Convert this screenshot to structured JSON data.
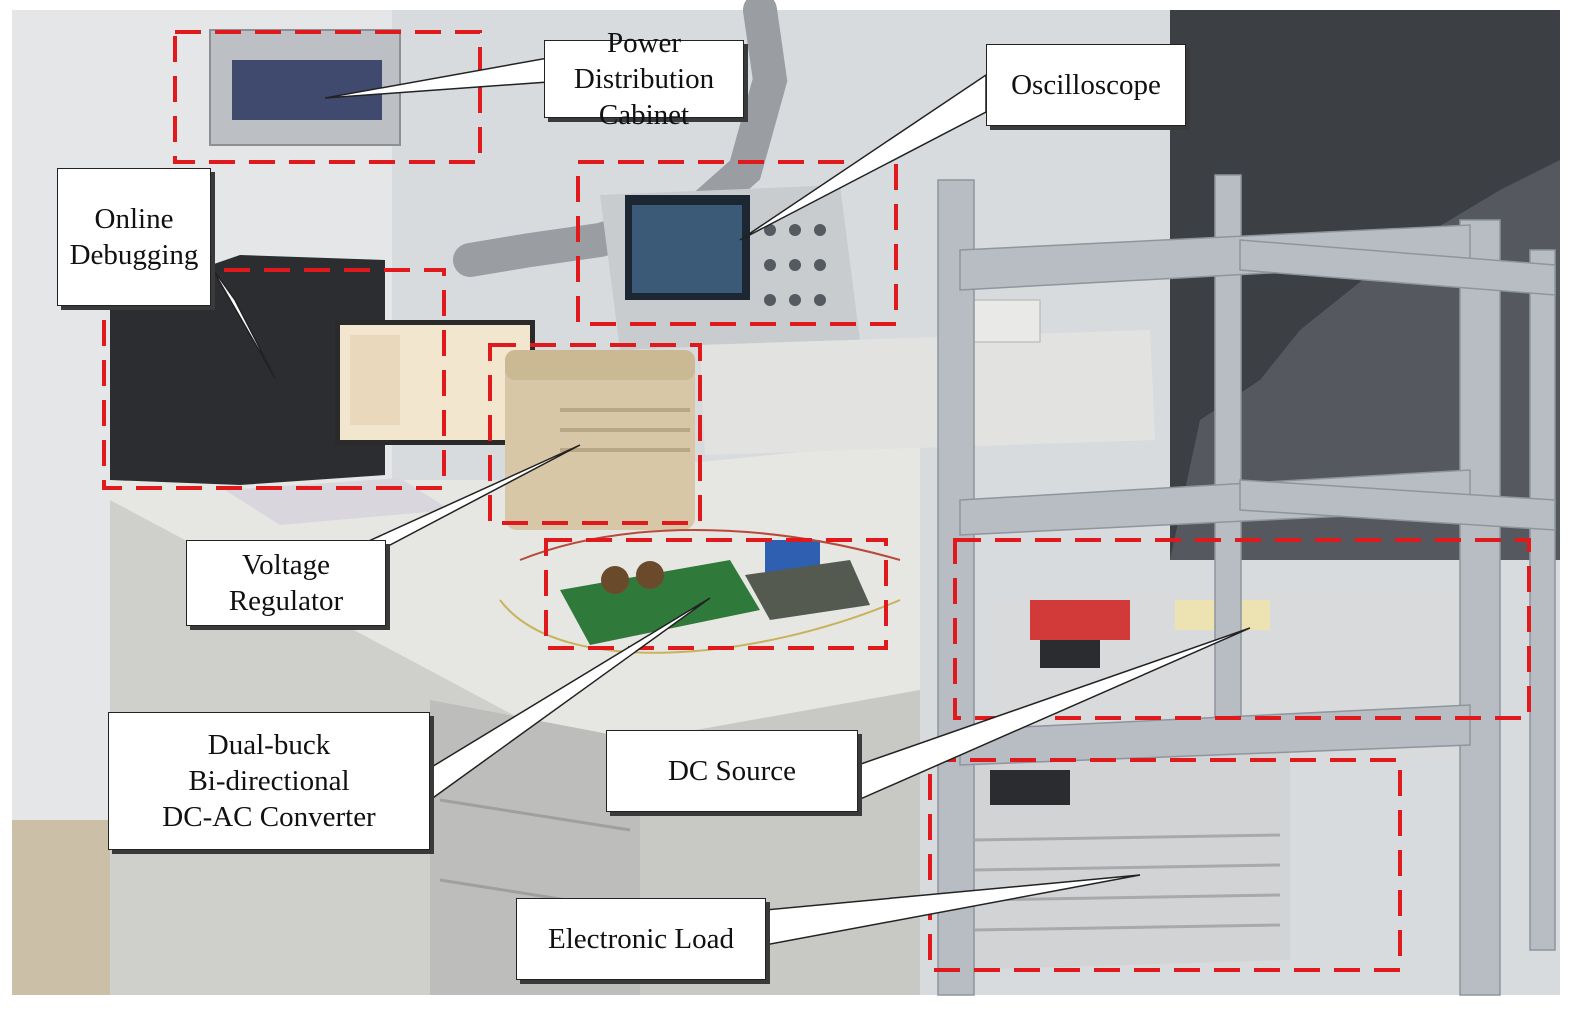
{
  "figure": {
    "description_free_labels": true,
    "callouts": [
      {
        "id": "power-distribution-cabinet",
        "text": "Power Distribution\nCabinet"
      },
      {
        "id": "oscilloscope",
        "text": "Oscilloscope"
      },
      {
        "id": "online-debugging",
        "text": "Online\nDebugging"
      },
      {
        "id": "voltage-regulator",
        "text": "Voltage\nRegulator"
      },
      {
        "id": "dual-buck-converter",
        "text": "Dual-buck\nBi-directional\nDC-AC Converter"
      },
      {
        "id": "dc-source",
        "text": "DC Source"
      },
      {
        "id": "electronic-load",
        "text": "Electronic Load"
      }
    ],
    "colors": {
      "highlight_box": "#e0191d",
      "callout_bg": "#ffffff",
      "callout_border": "#222222",
      "wall": "#d6d9dc",
      "floor": "#cdbfa6",
      "desk": "#e3e3e0",
      "rack": "#b8bec4"
    }
  }
}
